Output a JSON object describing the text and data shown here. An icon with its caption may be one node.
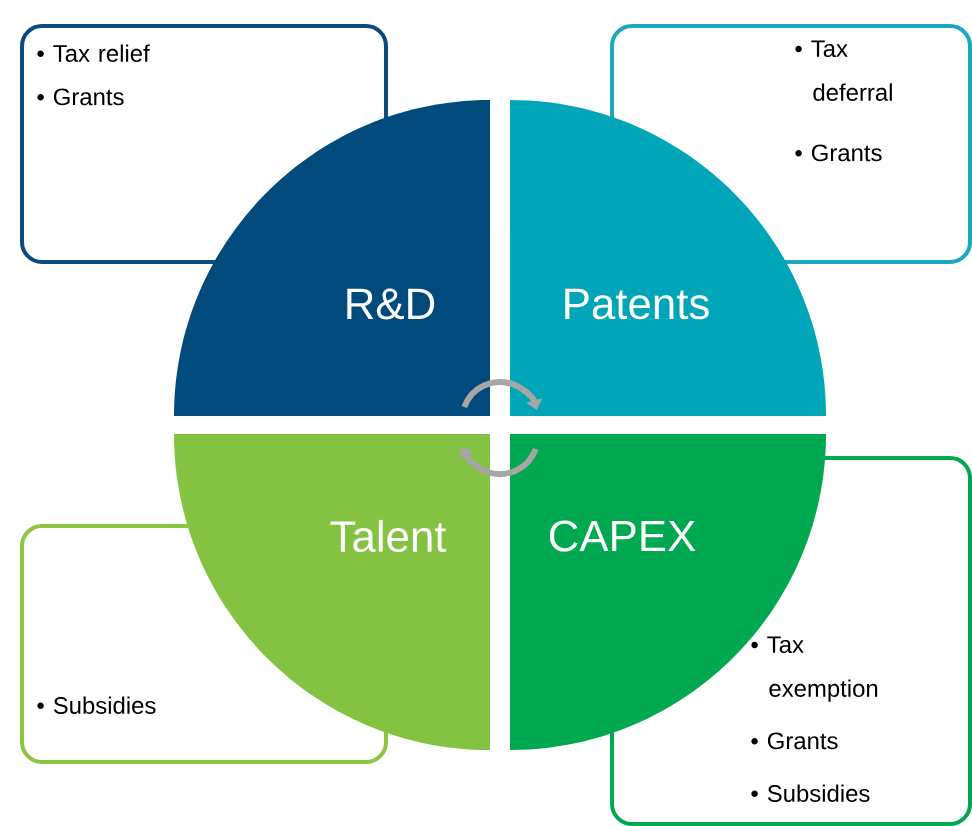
{
  "diagram": {
    "nodes": [
      {
        "text": [
          "R&D"
        ]
      },
      {
        "text": [
          "Patents"
        ]
      },
      {
        "text": [
          "Talent"
        ]
      },
      {
        "text": [
          "CAPEX"
        ]
      },
      {
        "text": [
          "• Tax relief",
          "• Grants"
        ]
      },
      {
        "text": [
          "• Tax deferral",
          "• Grants"
        ]
      },
      {
        "text": [
          "• Subsidies"
        ]
      },
      {
        "text": [
          "• Tax exemption",
          "• Grants",
          "• Subsidies"
        ]
      }
    ],
    "edges": [
      {
        "from": 0,
        "to": 1,
        "arrow": "to"
      },
      {
        "from": 3,
        "to": 2,
        "arrow": "to"
      }
    ]
  }
}
